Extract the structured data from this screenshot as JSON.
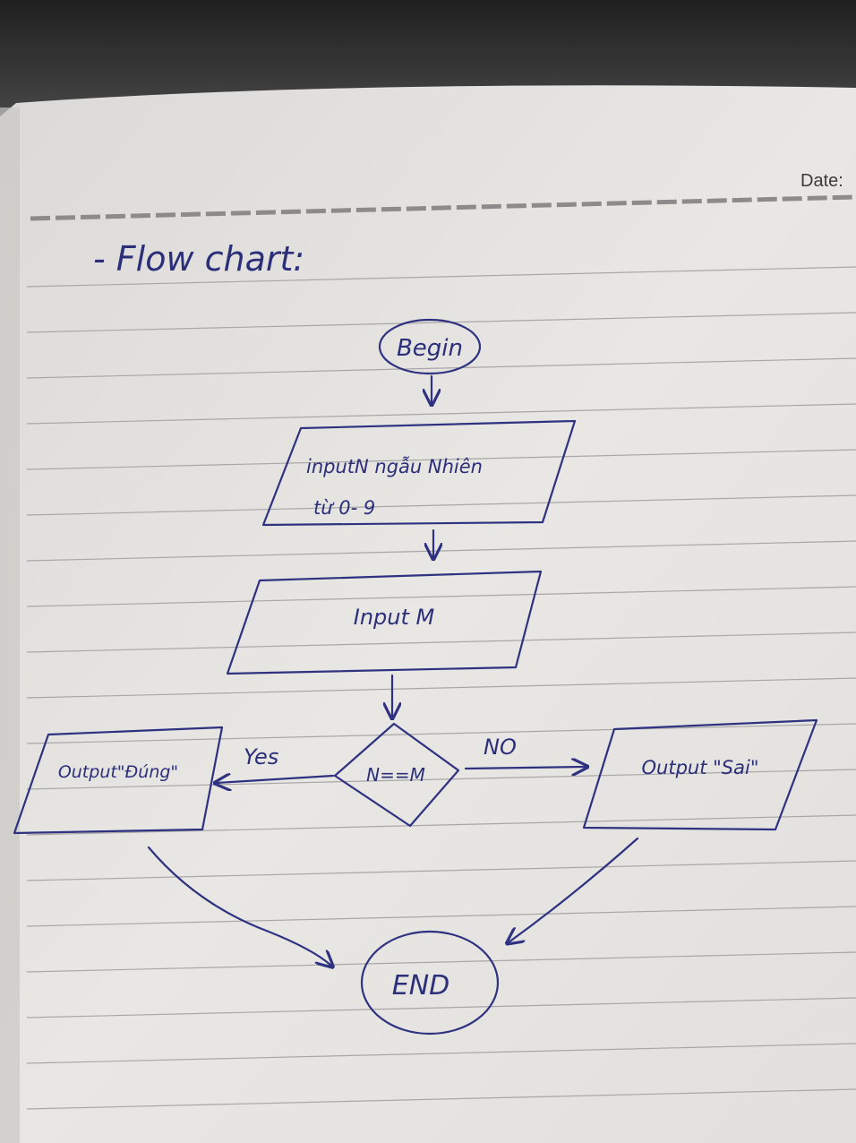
{
  "page": {
    "date_label": "Date:",
    "heading": "- Flow chart:"
  },
  "flowchart": {
    "start": "Begin",
    "input_n_line1": "inputN ngẫu Nhiên",
    "input_n_line2": "từ 0- 9",
    "input_m": "Input M",
    "decision": "N==M",
    "yes_label": "Yes",
    "no_label": "NO",
    "output_yes": "Output\"Đúng\"",
    "output_no": "Output \"Sai\"",
    "end": "END"
  },
  "colors": {
    "ink": "#2e3280",
    "paper": "#e7e5e2",
    "rule": "#a9a7a6"
  }
}
